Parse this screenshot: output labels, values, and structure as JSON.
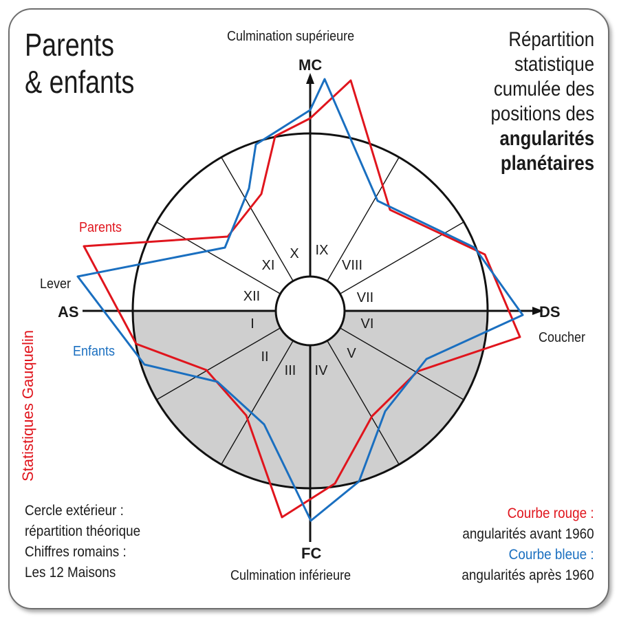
{
  "title_lines": [
    "Parents",
    "& enfants"
  ],
  "description_lines": [
    "Répartition",
    "statistique",
    "cumulée des",
    "positions des"
  ],
  "description_bold_lines": [
    "angularités",
    "planétaires"
  ],
  "axes": {
    "top_caption": "Culmination supérieure",
    "top": "MC",
    "bottom": "FC",
    "bottom_caption": "Culmination inférieure",
    "left": "AS",
    "left_caption": "Lever",
    "right": "DS",
    "right_caption": "Coucher"
  },
  "houses": [
    "I",
    "II",
    "III",
    "IV",
    "V",
    "VI",
    "VII",
    "VIII",
    "IX",
    "X",
    "XI",
    "XII"
  ],
  "series_labels": {
    "parents": "Parents",
    "enfants": "Enfants"
  },
  "vertical_label": "Statistiques Gauquelin",
  "notes_left": [
    "Cercle extérieur :",
    "répartition théorique",
    "Chiffres romains :",
    "Les 12 Maisons"
  ],
  "legend": {
    "red_title": "Courbe rouge :",
    "red_desc": "angularités avant 1960",
    "blue_title": "Courbe bleue :",
    "blue_desc": "angularités après 1960"
  },
  "colors": {
    "parents": "#e0151d",
    "enfants": "#1a6fc0",
    "lower_half": "#cfcfcf"
  }
}
